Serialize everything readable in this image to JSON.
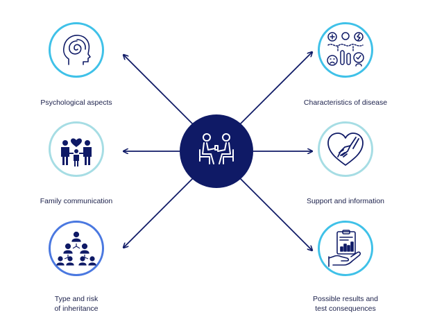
{
  "colors": {
    "navy": "#0f1a66",
    "cyan_ring": "#3fc1e8",
    "pale_ring": "#a6dde4",
    "blue_ring": "#4a78e0",
    "arrow": "#0f1a66"
  },
  "center": {
    "icon": "counseling-session-icon"
  },
  "nodes": {
    "psych": {
      "label": "Psychological aspects",
      "icon": "head-spiral-icon"
    },
    "family": {
      "label": "Family communication",
      "icon": "family-icon"
    },
    "inherit": {
      "line1": "Type and risk",
      "line2": "of inheritance",
      "icon": "hierarchy-people-icon"
    },
    "disease": {
      "label": "Characteristics of disease",
      "icon": "health-symbols-icon"
    },
    "support": {
      "label": "Support and  information",
      "icon": "heart-hands-icon"
    },
    "results": {
      "line1": "Possible results and",
      "line2": "test consequences",
      "icon": "clipboard-hand-icon"
    }
  }
}
